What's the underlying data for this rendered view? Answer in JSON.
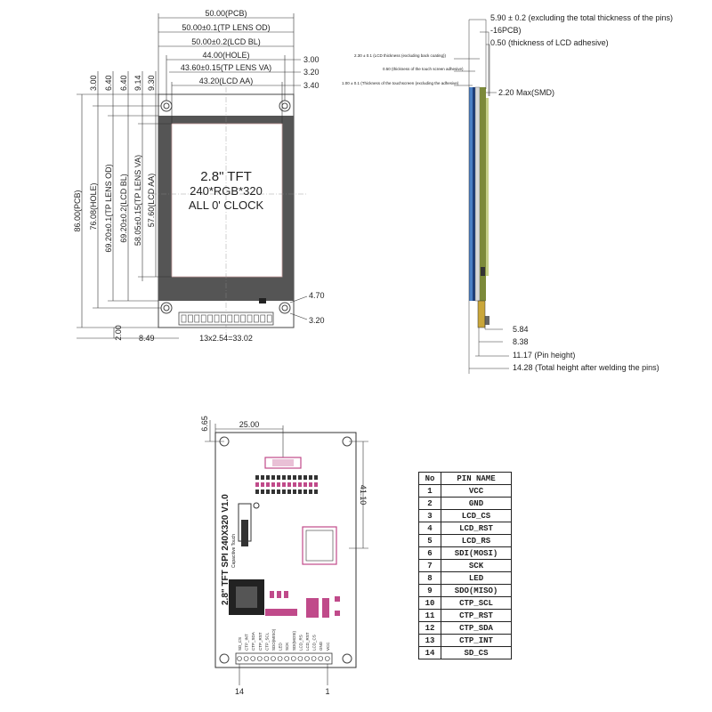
{
  "front": {
    "top_dims": [
      "50.00(PCB)",
      "50.00±0.1(TP LENS OD)",
      "50.00±0.2(LCD BL)",
      "44.00(HOLE)",
      "43.60±0.15(TP LENS VA)",
      "43.20(LCD AA)"
    ],
    "right_dims": [
      "3.00",
      "3.20",
      "3.40"
    ],
    "top_left_dims": [
      "3.00",
      "6.40",
      "6.40",
      "9.14",
      "9.30"
    ],
    "left_dims": [
      "86.00(PCB)",
      "76.08(HOLE)",
      "69.20±0.1(TP LENS OD)",
      "69.20±0.2(LCD BL)",
      "58.05±0.15(TP LENS VA)",
      "57.60(LCD AA)"
    ],
    "screen_text": [
      "2.8\" TFT",
      "240*RGB*320",
      "ALL 0' CLOCK"
    ],
    "hole_dims": [
      "4.70",
      "3.20"
    ],
    "bottom_dims": [
      "2.00",
      "8.49",
      "13x2.54=33.02"
    ]
  },
  "side": {
    "right_dims": [
      "5.90 ± 0.2 (excluding the total thickness of the pins)",
      "-16PCB)",
      "0.50 (thickness of LCD adhesive)",
      "2.20 Max(SMD)"
    ],
    "left_notes": [
      "2.30 ± 0.1 (LCD thickness (excluding back coating))",
      "0.50 (thickness of the touch screen adhesive)",
      "1.00 ± 0.1 (Thickness of the touchscreen (excluding the adhesive)"
    ],
    "bottom_dims": [
      "5.84",
      "8.38",
      "11.17 (Pin height)",
      "14.28 (Total height after welding the pins)"
    ]
  },
  "back": {
    "dims": [
      "6.65",
      "25.00",
      "41.10"
    ],
    "board_label": "2.8\" TFT SPI 240X320 V1.0",
    "touch_label": "Capacitive Touch",
    "pin_labels": [
      "SD_CS",
      "CTP_INT",
      "CTP_SDA",
      "CTP_RST",
      "CTP_SCL",
      "SDO(MISO)",
      "LED",
      "SCK",
      "SDI(MOSI)",
      "LCD_RS",
      "LCD_RST",
      "LCD_CS",
      "GND",
      "VCC"
    ],
    "pin_end_left": "14",
    "pin_end_right": "1"
  },
  "pin_table": {
    "headers": [
      "No",
      "PIN NAME"
    ],
    "rows": [
      [
        "1",
        "VCC"
      ],
      [
        "2",
        "GND"
      ],
      [
        "3",
        "LCD_CS"
      ],
      [
        "4",
        "LCD_RST"
      ],
      [
        "5",
        "LCD_RS"
      ],
      [
        "6",
        "SDI(MOSI)"
      ],
      [
        "7",
        "SCK"
      ],
      [
        "8",
        "LED"
      ],
      [
        "9",
        "SDO(MISO)"
      ],
      [
        "10",
        "CTP_SCL"
      ],
      [
        "11",
        "CTP_RST"
      ],
      [
        "12",
        "CTP_SDA"
      ],
      [
        "13",
        "CTP_INT"
      ],
      [
        "14",
        "SD_CS"
      ]
    ]
  }
}
